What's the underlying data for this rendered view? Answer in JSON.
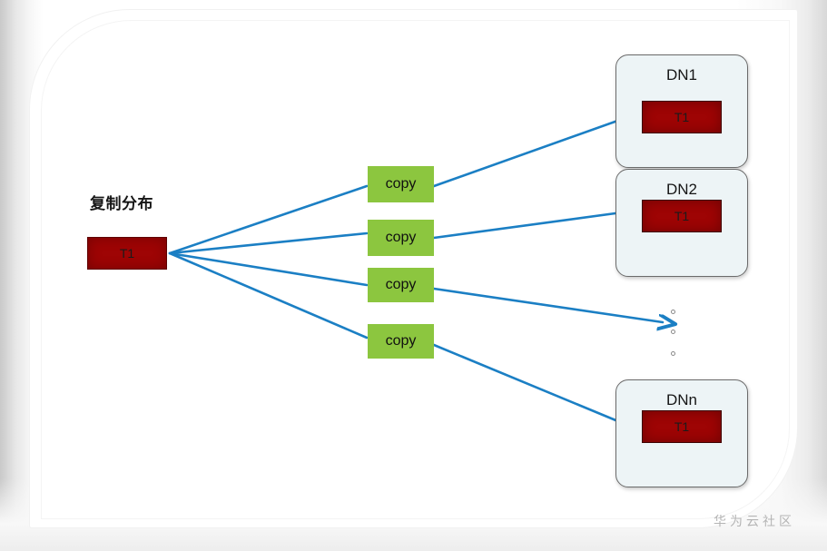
{
  "diagram": {
    "title_label": "复制分布",
    "source_table": {
      "label": "T1"
    },
    "copies": [
      {
        "label": "copy"
      },
      {
        "label": "copy"
      },
      {
        "label": "copy"
      },
      {
        "label": "copy"
      }
    ],
    "datanodes": [
      {
        "name": "DN1",
        "table": "T1"
      },
      {
        "name": "DN2",
        "table": "T1"
      },
      {
        "name": "DNn",
        "table": "T1"
      }
    ],
    "ellipsis_dots": 3,
    "colors": {
      "copy_box": "#8CC63F",
      "table_box": "#9E0404",
      "node_box": "#EDF4F6",
      "node_border": "#6B6B6B",
      "connector": "#1B7FC4",
      "canvas": "#FFFFFF"
    }
  },
  "watermark": {
    "text": "华为云社区"
  }
}
